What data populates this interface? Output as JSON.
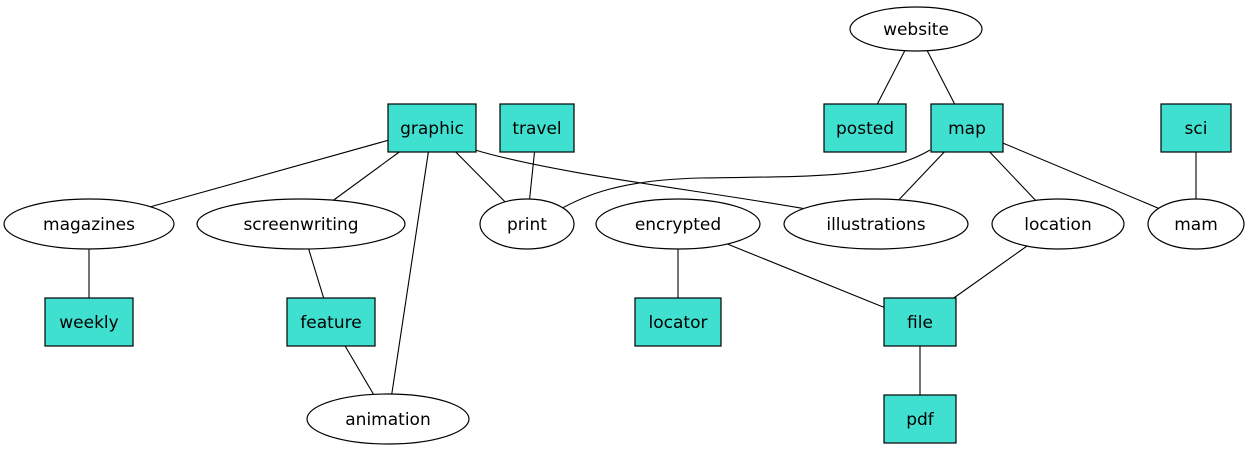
{
  "diagram": {
    "box_color": "#40e0d0",
    "nodes": [
      {
        "id": "website",
        "label": "website",
        "shape": "ellipse"
      },
      {
        "id": "graphic",
        "label": "graphic",
        "shape": "box"
      },
      {
        "id": "travel",
        "label": "travel",
        "shape": "box"
      },
      {
        "id": "posted",
        "label": "posted",
        "shape": "box"
      },
      {
        "id": "map",
        "label": "map",
        "shape": "box"
      },
      {
        "id": "sci",
        "label": "sci",
        "shape": "box"
      },
      {
        "id": "magazines",
        "label": "magazines",
        "shape": "ellipse"
      },
      {
        "id": "screenwriting",
        "label": "screenwriting",
        "shape": "ellipse"
      },
      {
        "id": "print",
        "label": "print",
        "shape": "ellipse"
      },
      {
        "id": "encrypted",
        "label": "encrypted",
        "shape": "ellipse"
      },
      {
        "id": "illustrations",
        "label": "illustrations",
        "shape": "ellipse"
      },
      {
        "id": "location",
        "label": "location",
        "shape": "ellipse"
      },
      {
        "id": "mam",
        "label": "mam",
        "shape": "ellipse"
      },
      {
        "id": "weekly",
        "label": "weekly",
        "shape": "box"
      },
      {
        "id": "feature",
        "label": "feature",
        "shape": "box"
      },
      {
        "id": "locator",
        "label": "locator",
        "shape": "box"
      },
      {
        "id": "file",
        "label": "file",
        "shape": "box"
      },
      {
        "id": "animation",
        "label": "animation",
        "shape": "ellipse"
      },
      {
        "id": "pdf",
        "label": "pdf",
        "shape": "box"
      }
    ],
    "edges": [
      [
        "website",
        "posted"
      ],
      [
        "website",
        "map"
      ],
      [
        "graphic",
        "magazines"
      ],
      [
        "graphic",
        "screenwriting"
      ],
      [
        "graphic",
        "animation"
      ],
      [
        "graphic",
        "print"
      ],
      [
        "graphic",
        "illustrations"
      ],
      [
        "travel",
        "print"
      ],
      [
        "map",
        "print"
      ],
      [
        "map",
        "illustrations"
      ],
      [
        "map",
        "location"
      ],
      [
        "map",
        "mam"
      ],
      [
        "sci",
        "mam"
      ],
      [
        "magazines",
        "weekly"
      ],
      [
        "screenwriting",
        "feature"
      ],
      [
        "feature",
        "animation"
      ],
      [
        "encrypted",
        "locator"
      ],
      [
        "encrypted",
        "file"
      ],
      [
        "location",
        "file"
      ],
      [
        "file",
        "pdf"
      ]
    ]
  }
}
